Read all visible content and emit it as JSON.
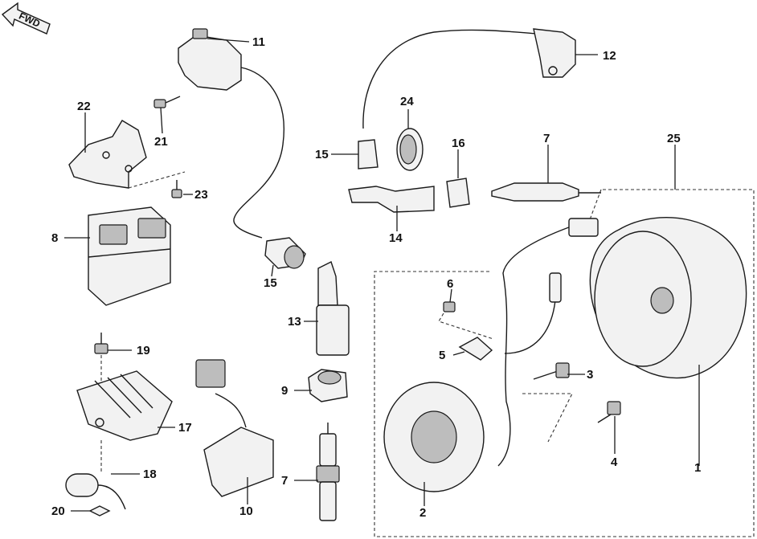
{
  "direction_badge": {
    "label": "FWD"
  },
  "callouts": [
    {
      "id": "c1",
      "label": "1"
    },
    {
      "id": "c2",
      "label": "2"
    },
    {
      "id": "c3",
      "label": "3"
    },
    {
      "id": "c4",
      "label": "4"
    },
    {
      "id": "c5",
      "label": "5"
    },
    {
      "id": "c6",
      "label": "6"
    },
    {
      "id": "c7a",
      "label": "7"
    },
    {
      "id": "c7b",
      "label": "7"
    },
    {
      "id": "c8",
      "label": "8"
    },
    {
      "id": "c9",
      "label": "9"
    },
    {
      "id": "c10",
      "label": "10"
    },
    {
      "id": "c11",
      "label": "11"
    },
    {
      "id": "c12",
      "label": "12"
    },
    {
      "id": "c13",
      "label": "13"
    },
    {
      "id": "c14",
      "label": "14"
    },
    {
      "id": "c15a",
      "label": "15"
    },
    {
      "id": "c15b",
      "label": "15"
    },
    {
      "id": "c16",
      "label": "16"
    },
    {
      "id": "c17",
      "label": "17"
    },
    {
      "id": "c18",
      "label": "18"
    },
    {
      "id": "c19",
      "label": "19"
    },
    {
      "id": "c20",
      "label": "20"
    },
    {
      "id": "c21",
      "label": "21"
    },
    {
      "id": "c22",
      "label": "22"
    },
    {
      "id": "c23",
      "label": "23"
    },
    {
      "id": "c24",
      "label": "24"
    },
    {
      "id": "c25",
      "label": "25"
    }
  ]
}
